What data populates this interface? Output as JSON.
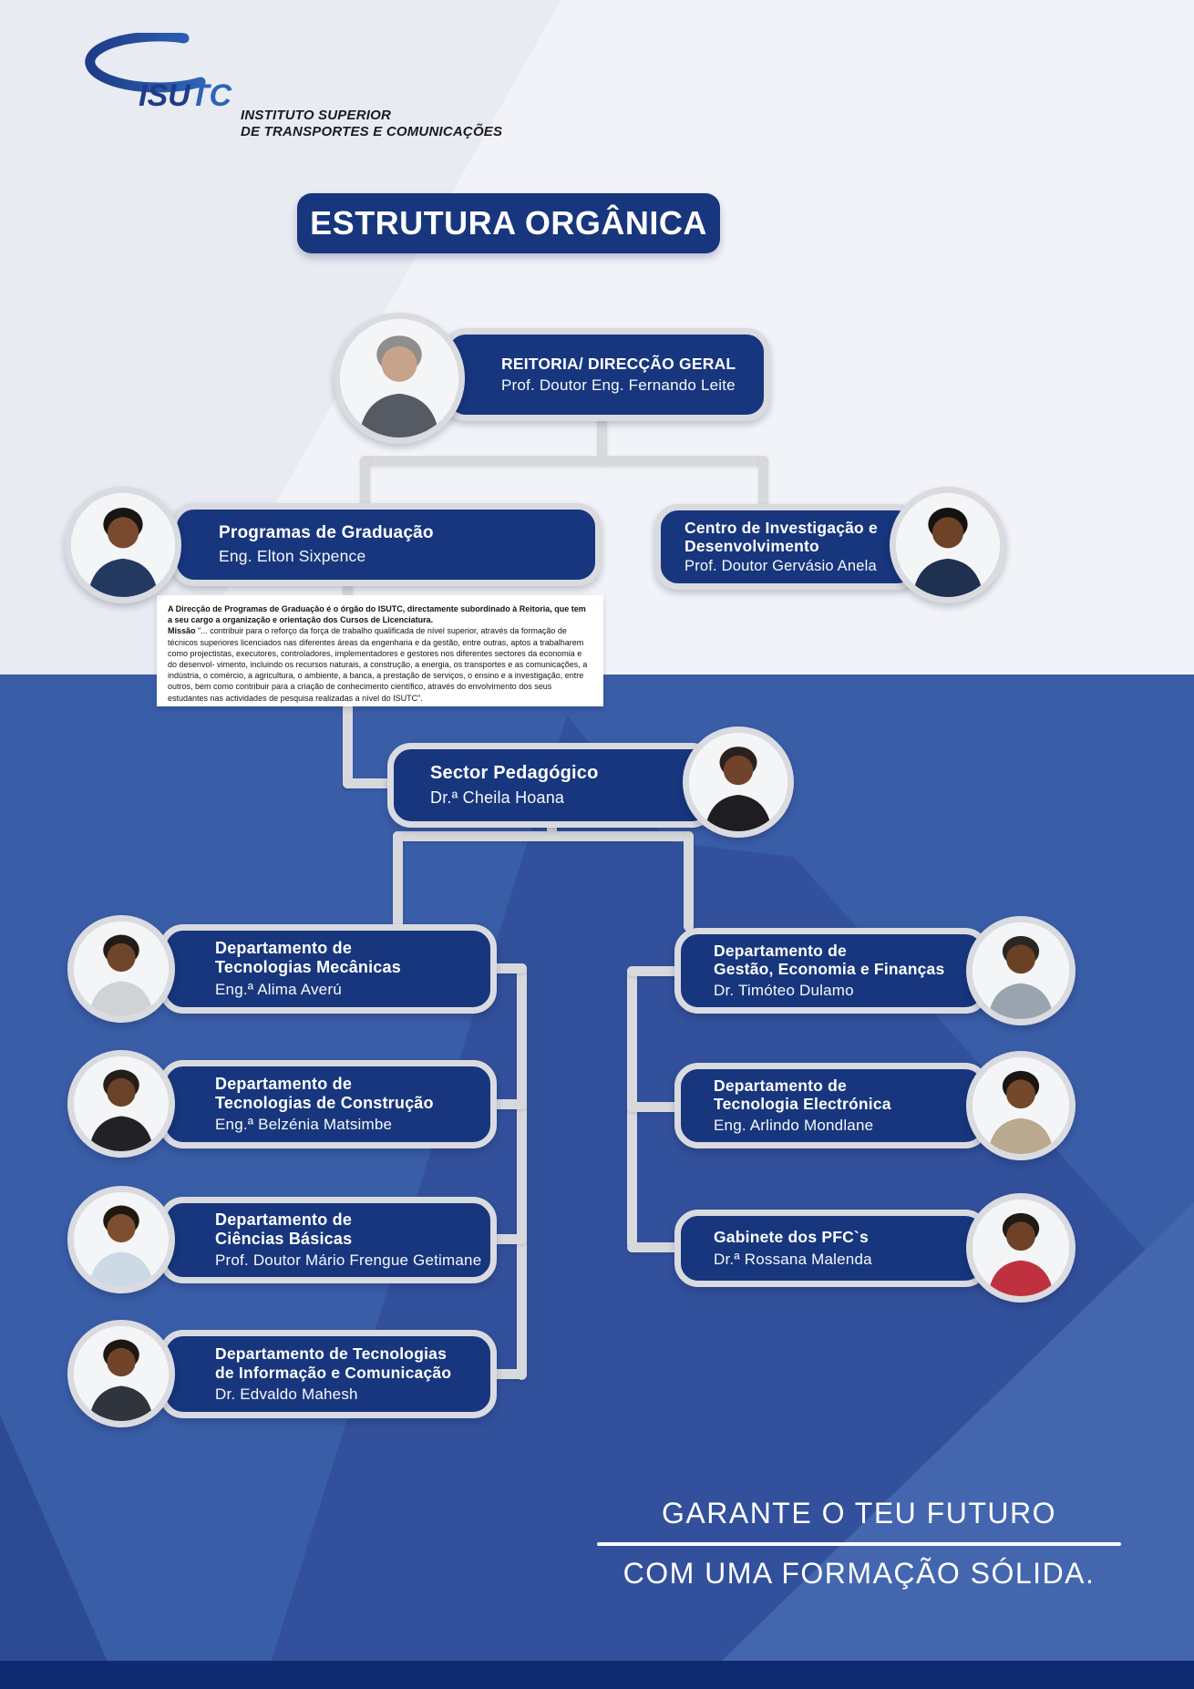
{
  "logo": {
    "brand_isu": "ISU",
    "brand_tc": "TC",
    "subtitle_line1": "INSTITUTO SUPERIOR",
    "subtitle_line2": "DE TRANSPORTES E COMUNICAÇÕES"
  },
  "title": "ESTRUTURA ORGÂNICA",
  "org": {
    "reitoria": {
      "title": "REITORIA/ DIRECÇÃO GERAL",
      "person": "Prof. Doutor Eng. Fernando Leite",
      "avatar": {
        "skin": "#c7a38b",
        "hair": "#8f8e8c",
        "shirt": "#565b63"
      }
    },
    "programas": {
      "title": "Programas de Graduação",
      "person": "Eng. Elton Sixpence",
      "avatar": {
        "skin": "#7a4a2e",
        "hair": "#191512",
        "shirt": "#23395f"
      }
    },
    "centro": {
      "title_line1": "Centro de Investigação e",
      "title_line2": "Desenvolvimento",
      "person": "Prof. Doutor Gervásio Anela",
      "avatar": {
        "skin": "#6e4226",
        "hair": "#141210",
        "shirt": "#1f3050"
      }
    },
    "sector": {
      "title": "Sector Pedagógico",
      "person": "Dr.ª Cheila Hoana",
      "avatar": {
        "skin": "#70432a",
        "hair": "#2b211c",
        "shirt": "#1d1d22"
      }
    },
    "left_departments": [
      {
        "title_line1": "Departamento de",
        "title_line2": "Tecnologias Mecânicas",
        "person": "Eng.ª Alima Averú",
        "avatar": {
          "skin": "#6f452c",
          "hair": "#221b17",
          "shirt": "#cfd3d6"
        }
      },
      {
        "title_line1": "Departamento de",
        "title_line2": "Tecnologias de Construção",
        "person": "Eng.ª Belzénia Matsimbe",
        "avatar": {
          "skin": "#6b4128",
          "hair": "#241d19",
          "shirt": "#222226"
        }
      },
      {
        "title_line1": "Departamento de",
        "title_line2": "Ciências Básicas",
        "person": "Prof. Doutor Mário Frengue Getimane",
        "avatar": {
          "skin": "#7d4f30",
          "hair": "#20180f",
          "shirt": "#cdd9e4"
        }
      },
      {
        "title_line1": "Departamento de Tecnologias",
        "title_line2": "de Informação e Comunicação",
        "person": "Dr. Edvaldo Mahesh",
        "avatar": {
          "skin": "#6f4429",
          "hair": "#1d1713",
          "shirt": "#30343c"
        }
      }
    ],
    "right_departments": [
      {
        "title_line1": "Departamento de",
        "title_line2": "Gestão, Economia e Finanças",
        "person": "Dr. Timóteo Dulamo",
        "avatar": {
          "skin": "#6b4126",
          "hair": "#2a2723",
          "shirt": "#9aa4b0"
        }
      },
      {
        "title_line1": "Departamento de",
        "title_line2": "Tecnologia  Electrónica",
        "person": "Eng. Arlindo Mondlane",
        "avatar": {
          "skin": "#744828",
          "hair": "#1b1613",
          "shirt": "#b9a98e"
        }
      },
      {
        "title_line1": "Gabinete dos PFC`s",
        "person": "Dr.ª Rossana Malenda",
        "avatar": {
          "skin": "#6d4227",
          "hair": "#211a16",
          "shirt": "#c03140"
        }
      }
    ]
  },
  "graduation_note": {
    "intro": "A Direcção de Programas de Graduação é o órgão do ISUTC, directamente subordinado à Reitoria, que tem a seu cargo a organização e orientação dos Cursos de Licenciatura.",
    "mission_label": "Missão ",
    "mission": "\"... contribuir para o reforço da força de trabalho qualificada de nível superior, através da formação de técnicos superiores licenciados nas diferentes áreas da engenharia e da gestão, entre outras, aptos a trabalharem como projectistas, executores, controladores, implementadores e gestores nos diferentes sectores da economia e do desenvol- vimento, incluindo os recursos naturais, a construção, a energia, os transportes e as comunicações, a indústria, o comércio, a agricultura, o ambiente, a banca, a prestação de serviços, o ensino e a investigação, entre outros, bem como contribuir para a criação de conhecimento científico, através do envolvimento dos seus estudantes nas actividades de pesquisa realizadas a nível do ISUTC\"."
  },
  "slogan": {
    "line1": "GARANTE O TEU FUTURO",
    "line2": "COM UMA FORMAÇÃO SÓLIDA."
  },
  "colors": {
    "navy": "#17367d",
    "mid_blue": "#3a5da8",
    "connector_gray": "#d8d9dd",
    "accent_blue": "#2e63b8",
    "footer_navy": "#0f2a6e"
  }
}
